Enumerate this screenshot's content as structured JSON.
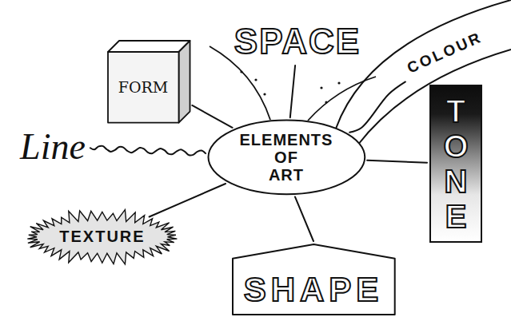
{
  "diagram": {
    "nodes": [
      {
        "text": [
          "ELEMENTS OF ART"
        ]
      },
      {
        "text": [
          "SPACE"
        ]
      },
      {
        "text": [
          "COLOUR"
        ]
      },
      {
        "text": [
          "FORM"
        ]
      },
      {
        "text": [
          "TONE"
        ]
      },
      {
        "text": [
          "Line"
        ]
      },
      {
        "text": [
          "TEXTURE"
        ]
      },
      {
        "text": [
          "SHAPE"
        ]
      }
    ],
    "edges": [
      {
        "from": 0,
        "to": 1,
        "arrow": "none"
      },
      {
        "from": 0,
        "to": 2,
        "arrow": "none"
      },
      {
        "from": 0,
        "to": 3,
        "arrow": "none"
      },
      {
        "from": 0,
        "to": 4,
        "arrow": "none"
      },
      {
        "from": 0,
        "to": 5,
        "arrow": "none"
      },
      {
        "from": 0,
        "to": 6,
        "arrow": "none"
      },
      {
        "from": 0,
        "to": 7,
        "arrow": "none"
      }
    ]
  }
}
